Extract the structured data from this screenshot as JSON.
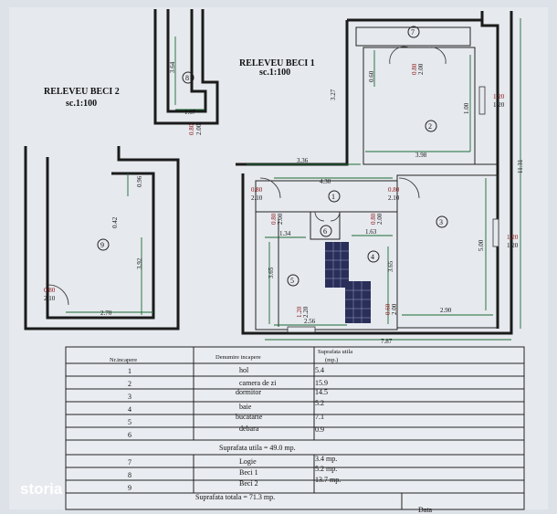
{
  "plan": {
    "titles": {
      "beci1": "RELEVEU BECI 1",
      "beci1_scale": "sc.1:100",
      "beci2": "RELEVEU BECI 2",
      "beci2_scale": "sc.1:100"
    },
    "rooms": [
      "1",
      "2",
      "3",
      "4",
      "5",
      "6",
      "7",
      "8",
      "9"
    ],
    "dimensions": {
      "r8_h": "3.64",
      "r8_w": "1.67",
      "r8_door": "0.80",
      "r8_door2": "2.00",
      "r7_door": "0.80",
      "r7_door2": "2.00",
      "r7_h": "0.60",
      "r2_h": "1.00",
      "r2_w": "3.98",
      "beci1_h": "3.27",
      "win_r2": "1.20",
      "win_r2b": "1.20",
      "total_h": "11.31",
      "r1_w1": "3.36",
      "r1_w2": "4.30",
      "d_left": "0.80",
      "d_left2": "2.10",
      "d_right": "0.80",
      "d_right2": "2.10",
      "d_r5": "0.80",
      "d_r5b": "2.00",
      "d_r4": "0.80",
      "d_r4b": "2.00",
      "r5_w": "1.34",
      "r4_w": "1.63",
      "r5_h": "3.65",
      "r4_h": "3.65",
      "r3_h": "5.00",
      "win_r3": "1.20",
      "win_r3b": "1.20",
      "r5_win": "1.20",
      "r5_win2": "2.20",
      "r5_bottom": "2.56",
      "r4_door": "0.60",
      "r4_door2": "2.00",
      "r3_w": "2.90",
      "total_w": "7.87",
      "r9_h1": "0.96",
      "r9_h2": "0.42",
      "r9_h3": "3.92",
      "r9_door": "0.80",
      "r9_door2": "2.10",
      "r9_w": "2.70"
    }
  },
  "table": {
    "headers": {
      "nr": "Nr.incapere",
      "name": "Denumire incapere",
      "area": "Suprafata utila",
      "unit": "(mp.)"
    },
    "rows": [
      {
        "nr": "1",
        "name": "hol",
        "area": "5.4"
      },
      {
        "nr": "2",
        "name": "camera de zi",
        "area": "15.9"
      },
      {
        "nr": "3",
        "name": "dormitor",
        "area": "14.5"
      },
      {
        "nr": "4",
        "name": "baie",
        "area": "5.2"
      },
      {
        "nr": "5",
        "name": "bucatarie",
        "area": "7.1"
      },
      {
        "nr": "6",
        "name": "debara",
        "area": "0.9"
      }
    ],
    "subtotal": "Suprafata utila = 49.0 mp.",
    "rows2": [
      {
        "nr": "7",
        "name": "Logie",
        "area": "3.4 mp."
      },
      {
        "nr": "8",
        "name": "Beci 1",
        "area": "5.2 mp."
      },
      {
        "nr": "9",
        "name": "Beci 2",
        "area": "13.7 mp."
      }
    ],
    "total": "Suprafata totala = 71.3 mp.",
    "date_label": "Data"
  },
  "watermark": "storia"
}
